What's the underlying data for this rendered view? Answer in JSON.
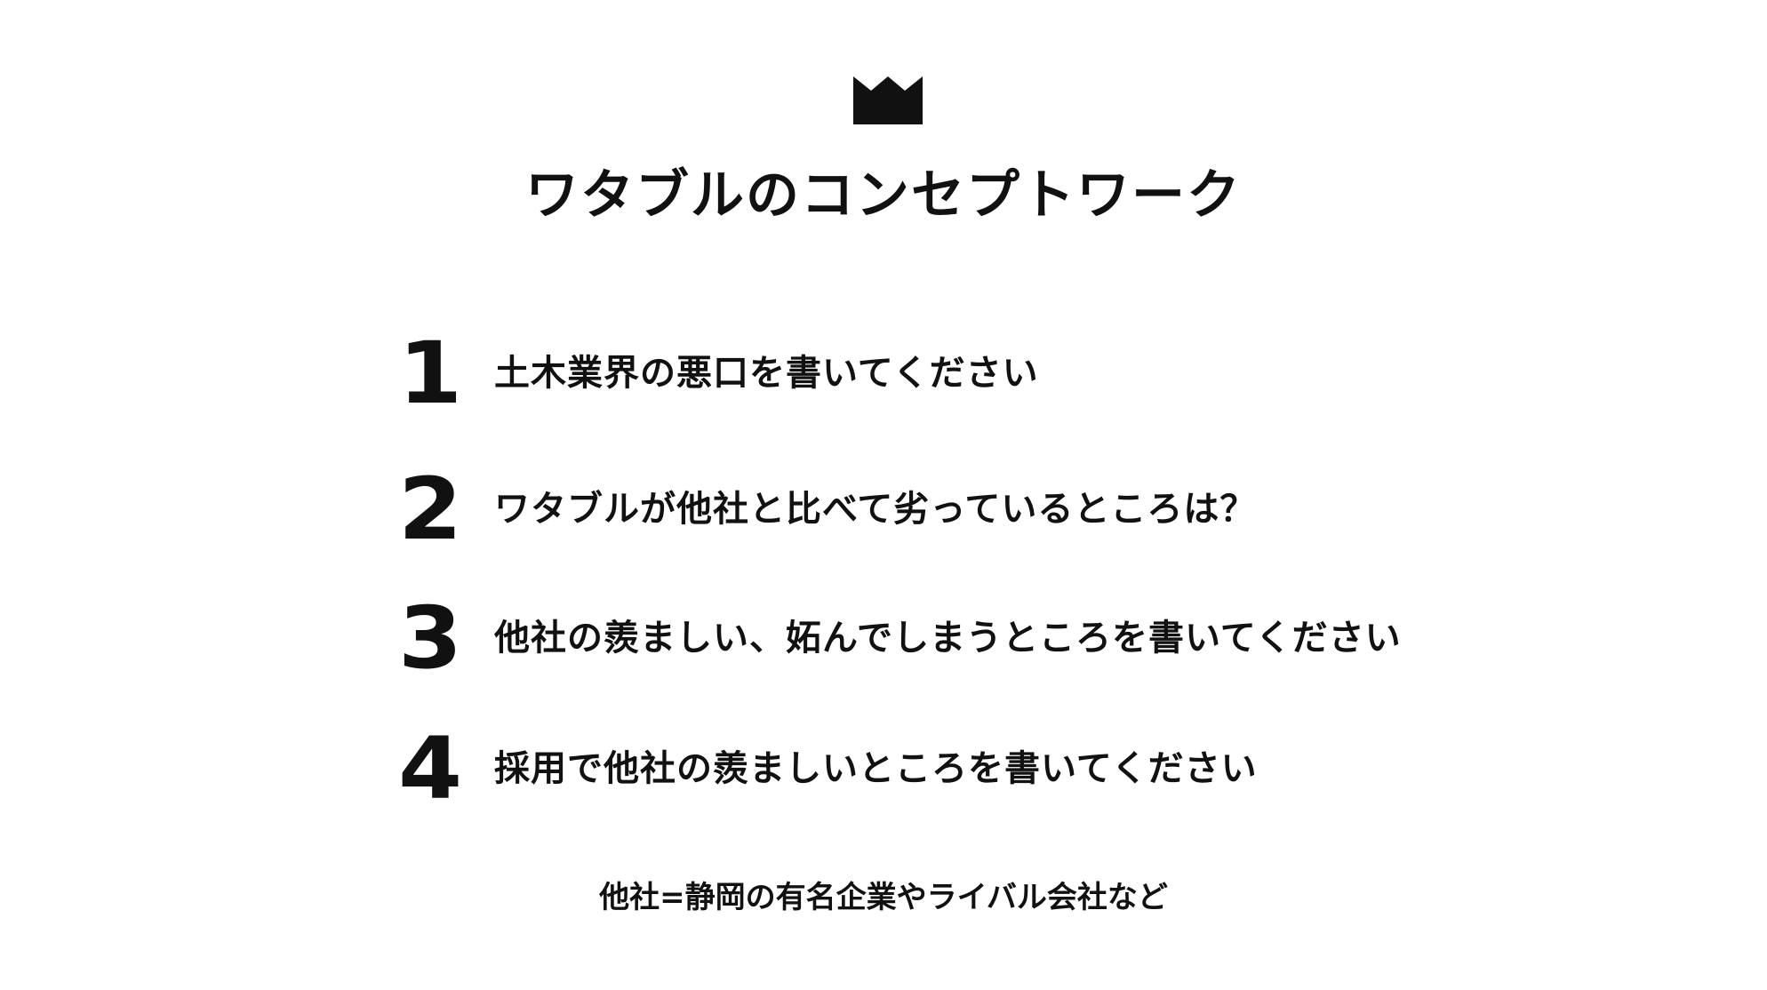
{
  "icon": "crown-icon",
  "title": "ワタブルのコンセプトワーク",
  "items": [
    {
      "number": "1",
      "text": "土木業界の悪口を書いてください"
    },
    {
      "number": "2",
      "text": "ワタブルが他社と比べて劣っているところは？"
    },
    {
      "number": "3",
      "text": "他社の羨ましい、妬んでしまうところを書いてください"
    },
    {
      "number": "4",
      "text": "採用で他社の羨ましいところを書いてください"
    }
  ],
  "note": "他社=静岡の有名企業やライバル会社など",
  "colors": {
    "text": "#111111",
    "background": "#ffffff"
  }
}
